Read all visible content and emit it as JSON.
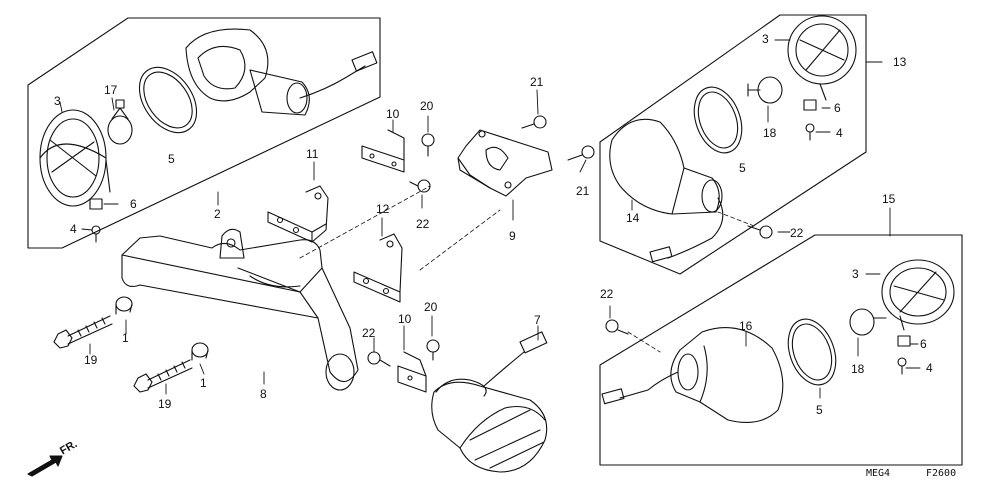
{
  "callouts": {
    "c1a": "1",
    "c1b": "1",
    "c2": "2",
    "c3a": "3",
    "c3b": "3",
    "c3c": "3",
    "c4a": "4",
    "c4b": "4",
    "c4c": "4",
    "c5a": "5",
    "c5b": "5",
    "c5c": "5",
    "c6a": "6",
    "c6b": "6",
    "c6c": "6",
    "c7": "7",
    "c8": "8",
    "c9": "9",
    "c10a": "10",
    "c10b": "10",
    "c11": "11",
    "c12": "12",
    "c13": "13",
    "c14": "14",
    "c15": "15",
    "c16": "16",
    "c17": "17",
    "c18a": "18",
    "c18b": "18",
    "c19a": "19",
    "c19b": "19",
    "c20a": "20",
    "c20b": "20",
    "c21a": "21",
    "c21b": "21",
    "c22a": "22",
    "c22b": "22",
    "c22c": "22",
    "c22d": "22"
  },
  "front_marker": "FR.",
  "diagram_codes": {
    "left": "MEG4",
    "right": "F2600"
  },
  "colors": {
    "line": "#111111",
    "background": "#ffffff"
  }
}
